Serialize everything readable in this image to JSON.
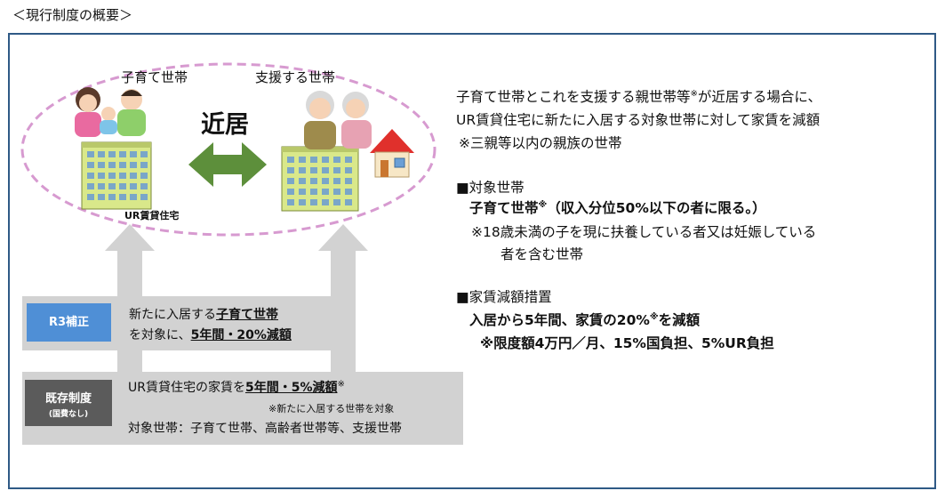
{
  "heading": "＜現行制度の概要＞",
  "diagram": {
    "label_child_household": "子育て世帯",
    "label_support_household": "支援する世帯",
    "label_nearby": "近居",
    "label_ur_housing": "UR賃貸住宅"
  },
  "r3": {
    "tag": "R3補正",
    "line1_prefix": "新たに入居する",
    "line1_emph": "子育て世帯",
    "line2_prefix": "を対象に、",
    "line2_emph": "5年間・20%減額"
  },
  "existing": {
    "tag_line1": "既存制度",
    "tag_line2": "(国費なし)",
    "line1_prefix": "UR賃貸住宅の家賃を",
    "line1_emph": "5年間・5%減額",
    "line1_mark": "※",
    "note": "※新たに入居する世帯を対象",
    "line2": "対象世帯：子育て世帯、高齢者世帯等、支援世帯"
  },
  "right": {
    "intro_line1a": "子育て世帯とこれを支援する親世帯等",
    "intro_mark": "※",
    "intro_line1b": "が近居する場合に、",
    "intro_line2": "UR賃貸住宅に新たに入居する対象世帯に対して家賃を減額",
    "intro_note": "※三親等以内の親族の世帯",
    "target_heading": "■対象世帯",
    "target_main_a": "子育て世帯",
    "target_mark": "※",
    "target_main_b": "（収入分位50%以下の者に限る。）",
    "target_note1": "※18歳未満の子を現に扶養している者又は妊娠している",
    "target_note2": "者を含む世帯",
    "reduction_heading": "■家賃減額措置",
    "reduction_main_a": "入居から5年間、家賃の20%",
    "reduction_mark": "※",
    "reduction_main_b": "を減額",
    "reduction_note": "※限度額4万円／月、15%国負担、5%UR負担"
  },
  "colors": {
    "frame": "#2f5a86",
    "ellipse": "#d79ad0",
    "arrow_green": "#5d8f3b",
    "r3_tag": "#4f8fd6",
    "existing_tag": "#5b5b5b",
    "gray_bar": "#d2d2d2",
    "house_roof": "#e0302c",
    "building": "#d9e88a"
  }
}
